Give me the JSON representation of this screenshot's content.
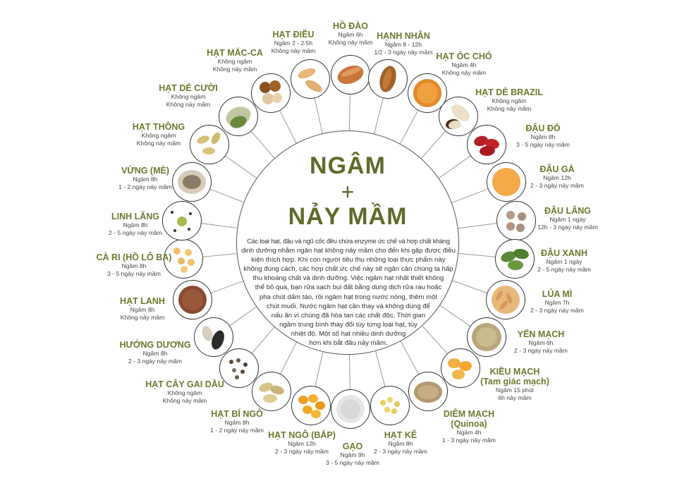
{
  "diagram": {
    "title_line1": "NGÂM",
    "title_plus": "+",
    "title_line2": "NẢY MẦM",
    "description": "Các loại hạt, đậu và ngũ cốc đều chứa enzyme ức chế và hợp chất kháng dinh dưỡng nhằm ngăn hạt không nảy mầm cho đến khi gặp được điều kiện thích hợp. Khi con người tiêu thụ những loại thực phẩm này không đúng cách, các hợp chất ức chế này sẽ ngăn cản chúng ta hấp thu khoáng chất và dinh dưỡng. Việc ngâm hạt nhất thiết không thể bỏ qua, bạn rửa sạch bụi đất bằng dung dịch rửa rau hoặc pha chút dấm táo, rồi ngâm hạt trong nước nóng, thêm một chút muối. Nước ngâm hạt cần thay và không dùng để nấu ăn vì chúng đã hòa tan các chất độc. Thời gian ngâm trung bình thay đổi tùy từng loại hạt, tùy nhiệt độ. Một số hạt nhiều dinh dưỡng hơn khi bắt đầu nảy mầm.",
    "description_lines": [
      "Các loại hạt, đậu và ngũ cốc đều chứa enzyme ức chế và hợp chất kháng",
      "dinh dưỡng nhằm ngăn hạt không nảy mầm cho đến khi gặp được điều",
      "kiện thích hợp. Khi con người tiêu thụ những loại thực phẩm này",
      "không đúng cách, các hợp chất ức chế này sẽ ngăn cản chúng ta hấp",
      "thu khoáng chất và dinh dưỡng. Việc ngâm hạt nhất thiết không",
      "thể bỏ qua, bạn rửa sạch bụi đất bằng dung dịch rửa rau hoặc",
      "pha chút dấm táo, rồi ngâm hạt trong nước nóng, thêm một",
      "chút muối. Nước ngâm hạt cần thay và không dùng để",
      "nấu ăn vì chúng đã hòa tan các chất độc. Thời gian",
      "ngâm trung bình thay đổi tùy từng loại hạt, tùy",
      "nhiệt độ. Một số hạt nhiều dinh dưỡng",
      "hơn khi bắt đầu nảy mầm."
    ],
    "colors": {
      "title": "#5f6b2b",
      "item_name": "#6b7a2e",
      "text": "#444444",
      "circle_border": "#333333",
      "connector": "#9a9a9a",
      "background": "#ffffff"
    },
    "items": [
      {
        "name": "HỒ ĐÀO",
        "soak": "Ngâm 6h",
        "sprout": "Không nảy mầm",
        "icon": "pecan-icon"
      },
      {
        "name": "HẠNH NHÂN",
        "soak": "Ngâm 8 - 12h",
        "sprout": "1/2 - 3 ngày nảy mầm",
        "icon": "almond-icon"
      },
      {
        "name": "HẠT ÓC CHÓ",
        "soak": "Ngâm 4h",
        "sprout": "Không nảy mầm",
        "icon": "walnut-icon"
      },
      {
        "name": "HẠT DẺ BRAZIL",
        "soak": "Không ngâm",
        "sprout": "Không nảy mầm",
        "icon": "brazil-nut-icon"
      },
      {
        "name": "ĐẬU ĐỎ",
        "soak": "Ngâm 8h",
        "sprout": "3 - 5 ngày nảy mầm",
        "icon": "red-bean-icon"
      },
      {
        "name": "ĐẬU GÀ",
        "soak": "Ngâm 12h",
        "sprout": "2 - 3 ngày nảy mầm",
        "icon": "chickpea-icon"
      },
      {
        "name": "ĐẬU LĂNG",
        "soak": "Ngâm 1 ngày",
        "sprout": "12h - 3 ngày nảy mầm",
        "icon": "lentil-icon"
      },
      {
        "name": "ĐẬU XANH",
        "soak": "Ngâm 1 ngày",
        "sprout": "2 - 5 ngày nảy mầm",
        "icon": "mung-bean-icon"
      },
      {
        "name": "LÚA MÌ",
        "soak": "Ngâm 7h",
        "sprout": "2 - 3 ngày nảy mầm",
        "icon": "wheat-icon"
      },
      {
        "name": "YẾN MẠCH",
        "soak": "Ngâm 6h",
        "sprout": "2 - 3 ngày nảy mầm",
        "icon": "oat-icon"
      },
      {
        "name": "KIỀU MẠCH",
        "subtitle": "(Tam giác mạch)",
        "soak": "Ngâm 15 phút",
        "sprout": "6h nảy mầm",
        "icon": "buckwheat-icon"
      },
      {
        "name": "DIÊM MẠCH",
        "subtitle": "(Quinoa)",
        "soak": "Ngâm 4h",
        "sprout": "1 - 3 ngày nảy mầm",
        "icon": "quinoa-icon"
      },
      {
        "name": "HẠT KÊ",
        "soak": "Ngâm 8h",
        "sprout": "2 - 3 ngày nảy mầm",
        "icon": "millet-icon"
      },
      {
        "name": "GẠO",
        "soak": "Ngâm 9h",
        "sprout": "3 - 5 ngày nảy mầm",
        "icon": "rice-icon"
      },
      {
        "name": "HẠT NGÔ (BẮP)",
        "soak": "Ngâm 12h",
        "sprout": "2 - 3 ngày nảy mầm",
        "icon": "corn-icon"
      },
      {
        "name": "HẠT BÍ NGÔ",
        "soak": "Ngâm 8h",
        "sprout": "1 - 2 ngày nảy mầm",
        "icon": "pumpkin-seed-icon"
      },
      {
        "name": "HẠT CÂY GAI DẦU",
        "soak": "Không ngâm",
        "sprout": "Không nảy mầm",
        "icon": "hemp-seed-icon"
      },
      {
        "name": "HƯỚNG DƯƠNG",
        "soak": "Ngâm 8h",
        "sprout": "2 - 3 ngày nảy mầm",
        "icon": "sunflower-seed-icon"
      },
      {
        "name": "HẠT LANH",
        "soak": "Ngâm 8h",
        "sprout": "Không nảy mầm",
        "icon": "flaxseed-icon"
      },
      {
        "name": "CÀ RI (HỒ LÔ BA)",
        "soak": "Ngâm 8h",
        "sprout": "3 - 5 ngày nảy mầm",
        "icon": "fenugreek-icon"
      },
      {
        "name": "LINH LĂNG",
        "soak": "Ngâm 8h",
        "sprout": "2 - 5 ngày nảy mầm",
        "icon": "alfalfa-icon"
      },
      {
        "name": "VỪNG (MÈ)",
        "soak": "Ngâm 8h",
        "sprout": "1 - 2 ngày nảy mầm",
        "icon": "sesame-icon"
      },
      {
        "name": "HẠT THÔNG",
        "soak": "Không ngâm",
        "sprout": "Không nảy mầm",
        "icon": "pine-nut-icon"
      },
      {
        "name": "HẠT DẺ CƯỜI",
        "soak": "Không ngâm",
        "sprout": "Không nảy mầm",
        "icon": "pistachio-icon"
      },
      {
        "name": "HẠT MẮC-CA",
        "soak": "Không ngâm",
        "sprout": "Không nảy mầm",
        "icon": "macadamia-icon"
      },
      {
        "name": "HẠT ĐIỀU",
        "soak": "Ngâm 2 - 2.5h",
        "sprout": "Không nảy mầm",
        "icon": "cashew-icon"
      }
    ]
  }
}
